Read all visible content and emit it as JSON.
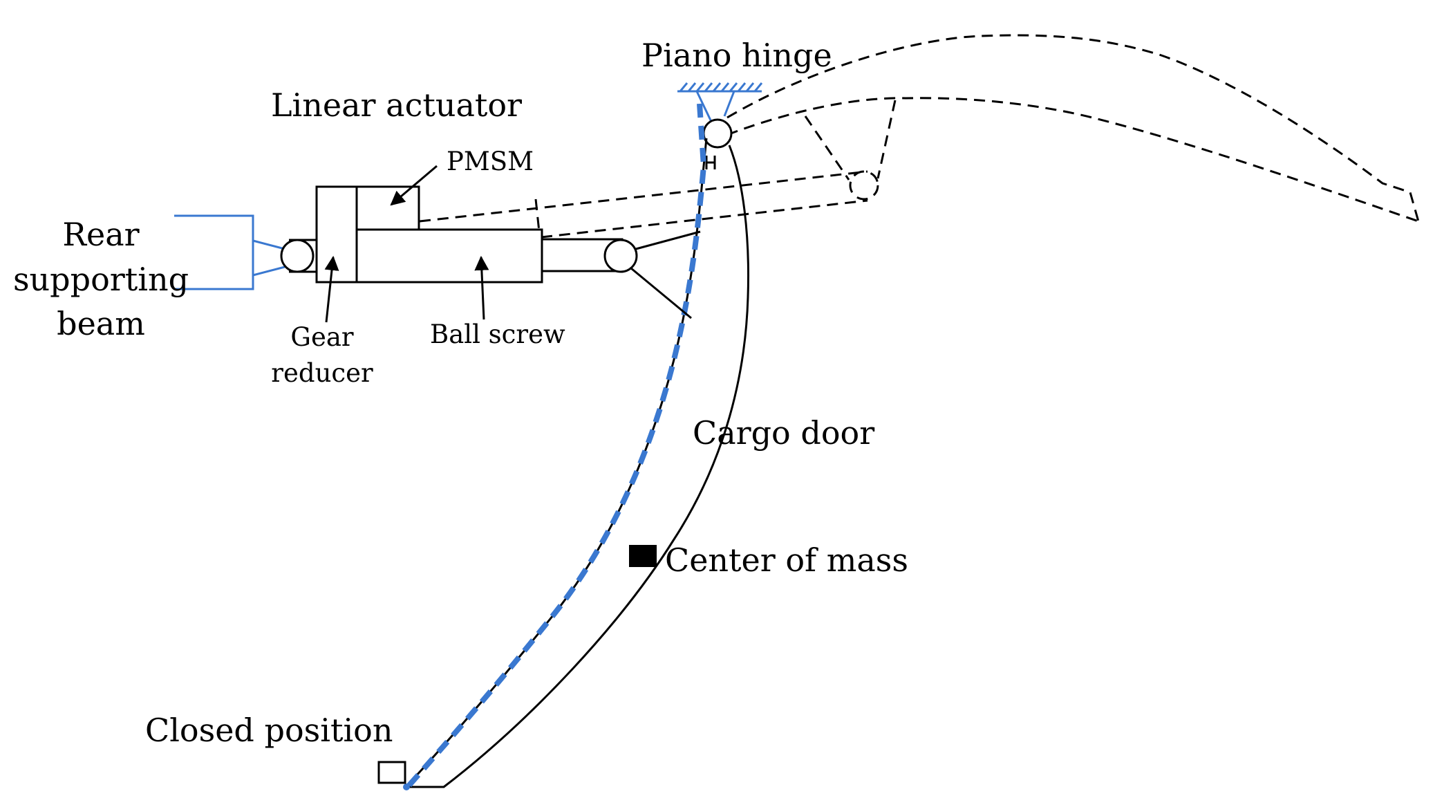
{
  "diagram": {
    "labels": {
      "piano_hinge": "Piano hinge",
      "linear_actuator": "Linear actuator",
      "pmsm": "PMSM",
      "rear_supporting_beam_line1": "Rear",
      "rear_supporting_beam_line2": "supporting",
      "rear_supporting_beam_line3": "beam",
      "gear_reducer_line1": "Gear",
      "gear_reducer_line2": "reducer",
      "ball_screw": "Ball screw",
      "cargo_door": "Cargo door",
      "center_of_mass": "Center of mass",
      "closed_position": "Closed position"
    },
    "colors": {
      "line": "#000000",
      "accent": "#3a78d0",
      "background": "#ffffff"
    }
  }
}
